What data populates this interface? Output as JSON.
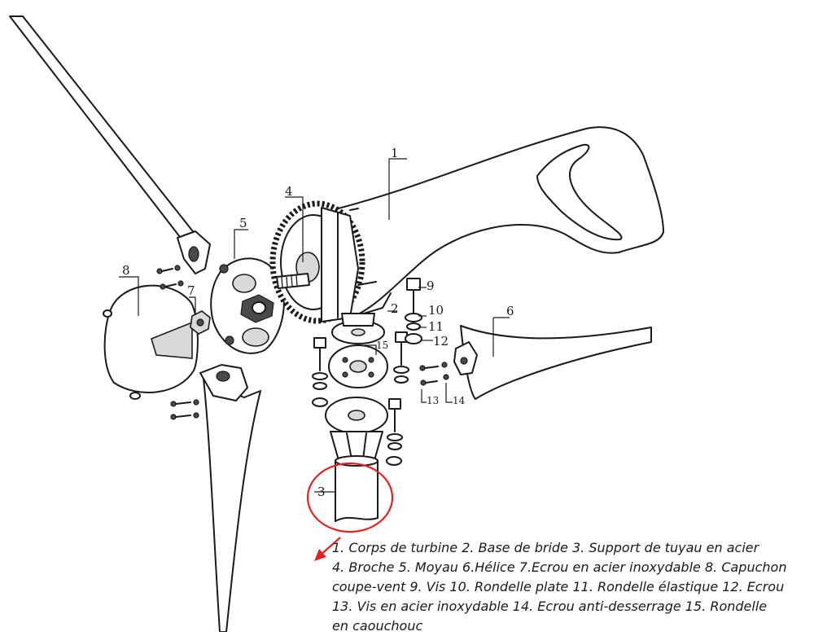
{
  "diagram": {
    "part_numbers": [
      "1",
      "2",
      "3",
      "4",
      "5",
      "6",
      "7",
      "8",
      "9",
      "10",
      "11",
      "12",
      "13",
      "14",
      "15"
    ],
    "highlight_color": "#e32222",
    "line_color": "#1a1a1a"
  },
  "caption": {
    "lines": [
      "1. Corps de turbine 2. Base de bride 3. Support de tuyau en acier",
      "4. Broche 5. Moyau 6.Hélice 7.Ecrou  en acier inoxydable 8. Capuchon",
      "coupe-vent 9. Vis 10. Rondelle plate 11. Rondelle élastique 12. Ecrou",
      "13. Vis en acier inoxydable 14. Ecrou anti-desserrage 15. Rondelle",
      "en caouchouc"
    ]
  }
}
